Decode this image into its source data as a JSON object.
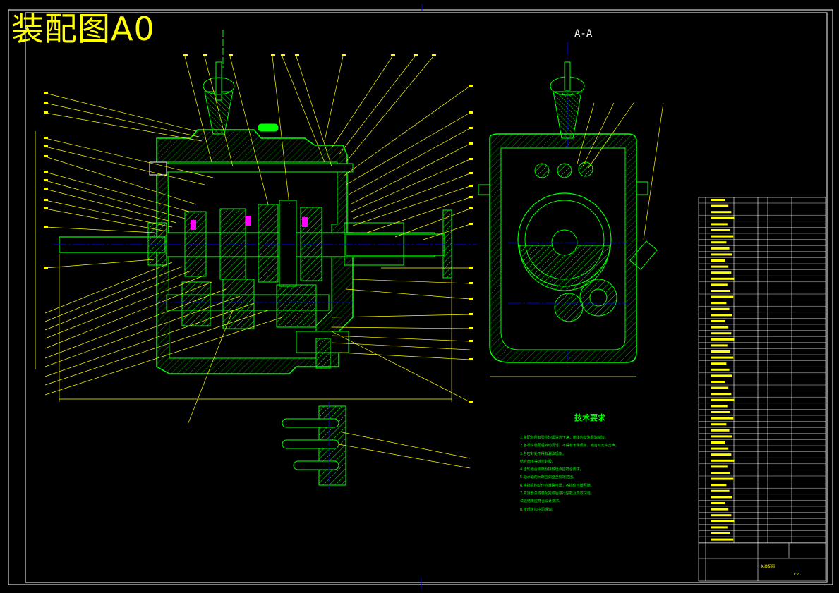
{
  "drawing": {
    "sheet_title": "装配图A0",
    "section_label": "A-A"
  },
  "technical_requirements": {
    "title": "技术要求",
    "notes": [
      "1.装配前所有零件均需清洗干净，箱体内壁涂耐油油漆。",
      "2.各零件装配后转动灵活，不得有卡滞现象，啮合时无冲击声。",
      "3.各密封处不得有漏油现象，",
      "   结合面不得涂密封胶。",
      "4.齿轮啮合侧隙及接触斑点应符合要求。",
      "5.轴承轴向间隙应调整至规定范围。",
      "6.换挡机构动作应准确可靠，各挡位自锁互锁。",
      "7.变速器总成装配完成后进行空载及负载试验，",
      "   试验结果应符合设计要求。",
      "8.按规定加注润滑油。"
    ]
  },
  "title_block": {
    "drawing_name": "总装配图",
    "scale": "1:2"
  },
  "colors": {
    "background": "#000000",
    "frame": "#ffffff",
    "outline": "#00ff00",
    "hatch": "#00ff00",
    "leader": "#ffff00",
    "centerline": "#0000ff",
    "text": "#ffff00",
    "accent": "#ff00ff"
  }
}
